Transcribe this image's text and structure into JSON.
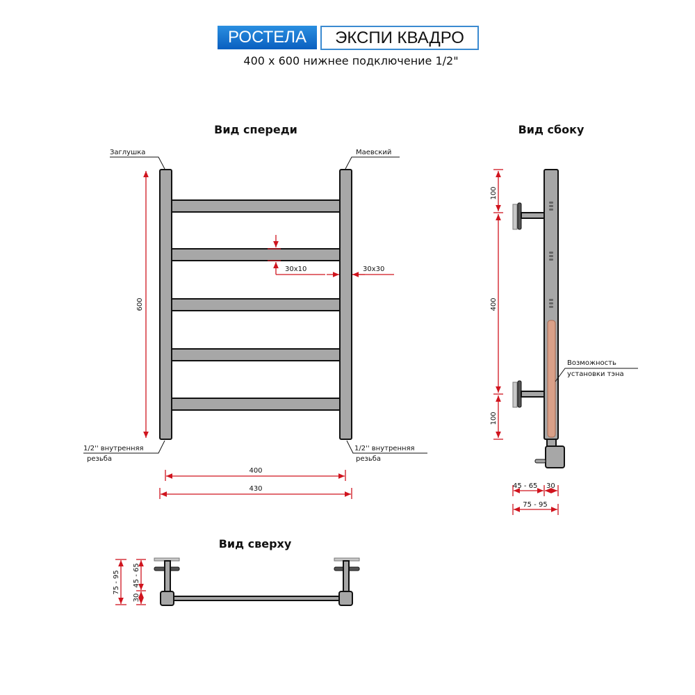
{
  "header": {
    "brand": "РОСТЕЛА",
    "model": "ЭКСПИ КВАДРО",
    "subtitle": "400 x 600 нижнее подключение 1/2\""
  },
  "front_view": {
    "title": "Вид спереди",
    "label_plug": "Заглушка",
    "label_mayevsky": "Маевский",
    "label_thread_line1": "1/2'' внутренняя",
    "label_thread_line2": "резьба",
    "dim_height": "600",
    "dim_bar": "30x10",
    "dim_post": "30x30",
    "dim_axis": "400",
    "dim_total": "430"
  },
  "side_view": {
    "title": "Вид сбоку",
    "dim_top": "100",
    "dim_middle": "400",
    "dim_bottom": "100",
    "dim_offset": "45 - 65",
    "dim_post": "30",
    "dim_total": "75 - 95",
    "heater_line1": "Возможность",
    "heater_line2": "установки тэна"
  },
  "top_view": {
    "title": "Вид сверху",
    "dim_total": "75 - 95",
    "dim_offset": "45 - 65",
    "dim_post": "30"
  },
  "colors": {
    "dimension": "#d0141e",
    "pipe": "#a7a7a7",
    "brand": "#1a72d0",
    "heater": "#d9a088"
  }
}
